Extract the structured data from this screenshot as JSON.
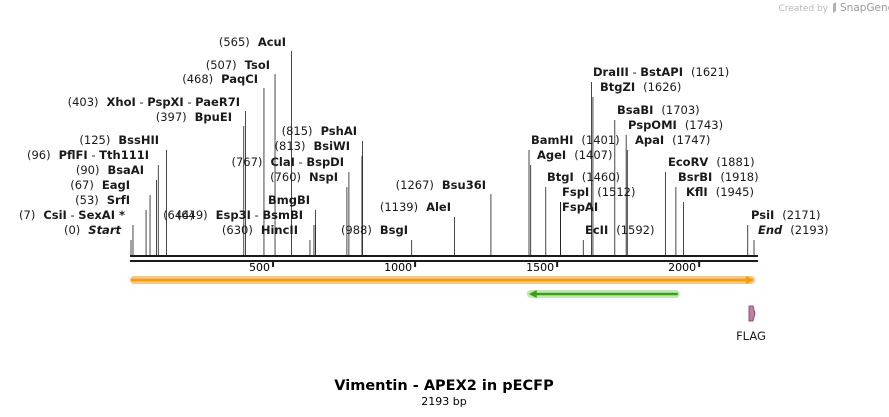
{
  "header": {
    "credit": "Created by",
    "brand": "SnapGene"
  },
  "map": {
    "title": "Vimentin - APEX2 in pECFP",
    "length_label": "2193 bp",
    "total_bp": 2193,
    "colors": {
      "backbone": "#1a1a1a",
      "orange_feature": "#f0a000",
      "orange_glow": "#f7c48a",
      "green_feature": "#3aa01a",
      "green_glow": "#c4e8b4",
      "flag_fill": "#c57fa6",
      "flag_stroke": "#6d3a57"
    }
  },
  "scale_ticks": [
    {
      "bp": 500,
      "label": "500"
    },
    {
      "bp": 1000,
      "label": "1000"
    },
    {
      "bp": 1500,
      "label": "1500"
    },
    {
      "bp": 2000,
      "label": "2000"
    }
  ],
  "sites": [
    {
      "bp": 0,
      "parts": [
        [
          "(0)",
          "pos"
        ],
        [
          "Start",
          "enz-italic"
        ]
      ]
    },
    {
      "bp": 7,
      "parts": [
        [
          "(7)",
          "pos"
        ],
        [
          "CsiI",
          "enz"
        ],
        [
          " - ",
          "sep"
        ],
        [
          "SexAI *",
          "enz"
        ]
      ]
    },
    {
      "bp": 53,
      "parts": [
        [
          "(53)",
          "pos"
        ],
        [
          "SrfI",
          "enz"
        ]
      ]
    },
    {
      "bp": 67,
      "parts": [
        [
          "(67)",
          "pos"
        ],
        [
          "EagI",
          "enz"
        ]
      ]
    },
    {
      "bp": 90,
      "parts": [
        [
          "(90)",
          "pos"
        ],
        [
          "BsaAI",
          "enz"
        ]
      ]
    },
    {
      "bp": 96,
      "parts": [
        [
          "(96)",
          "pos"
        ],
        [
          "PflFI",
          "enz"
        ],
        [
          " - ",
          "sep"
        ],
        [
          "Tth111I",
          "enz"
        ]
      ]
    },
    {
      "bp": 125,
      "parts": [
        [
          "(125)",
          "pos"
        ],
        [
          "BssHII",
          "enz"
        ]
      ]
    },
    {
      "bp": 403,
      "parts": [
        [
          "(403)",
          "pos"
        ],
        [
          "XhoI",
          "enz"
        ],
        [
          " - ",
          "sep"
        ],
        [
          "PspXI",
          "enz"
        ],
        [
          " - ",
          "sep"
        ],
        [
          "PaeR7I",
          "enz"
        ]
      ]
    },
    {
      "bp": 397,
      "parts": [
        [
          "(397)",
          "pos"
        ],
        [
          "BpuEI",
          "enz"
        ]
      ]
    },
    {
      "bp": 468,
      "parts": [
        [
          "(468)",
          "pos"
        ],
        [
          "PaqCI",
          "enz"
        ]
      ]
    },
    {
      "bp": 507,
      "parts": [
        [
          "(507)",
          "pos"
        ],
        [
          "TsoI",
          "enz"
        ]
      ]
    },
    {
      "bp": 565,
      "parts": [
        [
          "(565)",
          "pos"
        ],
        [
          "AcuI",
          "enz"
        ]
      ]
    },
    {
      "bp": 644,
      "parts": [
        [
          "(644)",
          "pos"
        ]
      ]
    },
    {
      "bp": 630,
      "parts": [
        [
          "(630)",
          "pos"
        ],
        [
          "HincII",
          "enz"
        ]
      ]
    },
    {
      "bp": 649,
      "parts": [
        [
          "(649)",
          "pos"
        ],
        [
          "Esp3I",
          "enz"
        ],
        [
          " - ",
          "sep"
        ],
        [
          "BsmBI",
          "enz"
        ]
      ]
    },
    {
      "bp": 649,
      "parts": [
        [
          "BmgBI",
          "enz"
        ]
      ]
    },
    {
      "bp": 760,
      "parts": [
        [
          "(760)",
          "pos"
        ],
        [
          "NspI",
          "enz"
        ]
      ]
    },
    {
      "bp": 767,
      "parts": [
        [
          "(767)",
          "pos"
        ],
        [
          "ClaI",
          "enz"
        ],
        [
          " - ",
          "sep"
        ],
        [
          "BspDI",
          "enz"
        ]
      ]
    },
    {
      "bp": 813,
      "parts": [
        [
          "(813)",
          "pos"
        ],
        [
          "BsiWI",
          "enz"
        ]
      ]
    },
    {
      "bp": 815,
      "parts": [
        [
          "(815)",
          "pos"
        ],
        [
          "PshAI",
          "enz"
        ]
      ]
    },
    {
      "bp": 988,
      "parts": [
        [
          "(988)",
          "pos"
        ],
        [
          "BsgI",
          "enz"
        ]
      ]
    },
    {
      "bp": 1139,
      "parts": [
        [
          "(1139)",
          "pos"
        ],
        [
          "AleI",
          "enz"
        ]
      ]
    },
    {
      "bp": 1267,
      "parts": [
        [
          "(1267)",
          "pos"
        ],
        [
          "Bsu36I",
          "enz"
        ]
      ]
    },
    {
      "bp": 1401,
      "parts": [
        [
          "BamHI",
          "enz"
        ],
        [
          "(1401)",
          "pos"
        ]
      ]
    },
    {
      "bp": 1407,
      "parts": [
        [
          "AgeI",
          "enz"
        ],
        [
          "(1407)",
          "pos"
        ]
      ]
    },
    {
      "bp": 1460,
      "parts": [
        [
          "BtgI",
          "enz"
        ],
        [
          "(1460)",
          "pos"
        ]
      ]
    },
    {
      "bp": 1512,
      "parts": [
        [
          "FspI",
          "enz"
        ],
        [
          "(1512)",
          "pos"
        ]
      ]
    },
    {
      "bp": 1512,
      "parts": [
        [
          "FspAI",
          "enz"
        ]
      ]
    },
    {
      "bp": 1592,
      "parts": [
        [
          "EcII",
          "enz"
        ],
        [
          "(1592)",
          "pos"
        ]
      ]
    },
    {
      "bp": 1621,
      "parts": [
        [
          "DraIII",
          "enz"
        ],
        [
          " - ",
          "sep"
        ],
        [
          "BstAPI",
          "enz"
        ],
        [
          "(1621)",
          "pos"
        ]
      ]
    },
    {
      "bp": 1626,
      "parts": [
        [
          "BtgZI",
          "enz"
        ],
        [
          "(1626)",
          "pos"
        ]
      ]
    },
    {
      "bp": 1703,
      "parts": [
        [
          "BsaBI",
          "enz"
        ],
        [
          "(1703)",
          "pos"
        ]
      ]
    },
    {
      "bp": 1743,
      "parts": [
        [
          "PspOMI",
          "enz"
        ],
        [
          "(1743)",
          "pos"
        ]
      ]
    },
    {
      "bp": 1747,
      "parts": [
        [
          "ApaI",
          "enz"
        ],
        [
          "(1747)",
          "pos"
        ]
      ]
    },
    {
      "bp": 1881,
      "parts": [
        [
          "EcoRV",
          "enz"
        ],
        [
          "(1881)",
          "pos"
        ]
      ]
    },
    {
      "bp": 1918,
      "parts": [
        [
          "BsrBI",
          "enz"
        ],
        [
          "(1918)",
          "pos"
        ]
      ]
    },
    {
      "bp": 1945,
      "parts": [
        [
          "KflI",
          "enz"
        ],
        [
          "(1945)",
          "pos"
        ]
      ]
    },
    {
      "bp": 2171,
      "parts": [
        [
          "PsiI",
          "enz"
        ],
        [
          "(2171)",
          "pos"
        ]
      ]
    },
    {
      "bp": 2193,
      "parts": [
        [
          "End",
          "enz-italic"
        ],
        [
          "(2193)",
          "pos"
        ]
      ]
    }
  ],
  "features": [
    {
      "name": "",
      "start": 0,
      "end": 2193,
      "direction": "forward",
      "color": "orange"
    },
    {
      "name": "",
      "start": 1400,
      "end": 1925,
      "direction": "reverse",
      "color": "green"
    },
    {
      "name": "FLAG",
      "start": 2157,
      "end": 2193,
      "direction": "forward",
      "color": "flag"
    }
  ]
}
